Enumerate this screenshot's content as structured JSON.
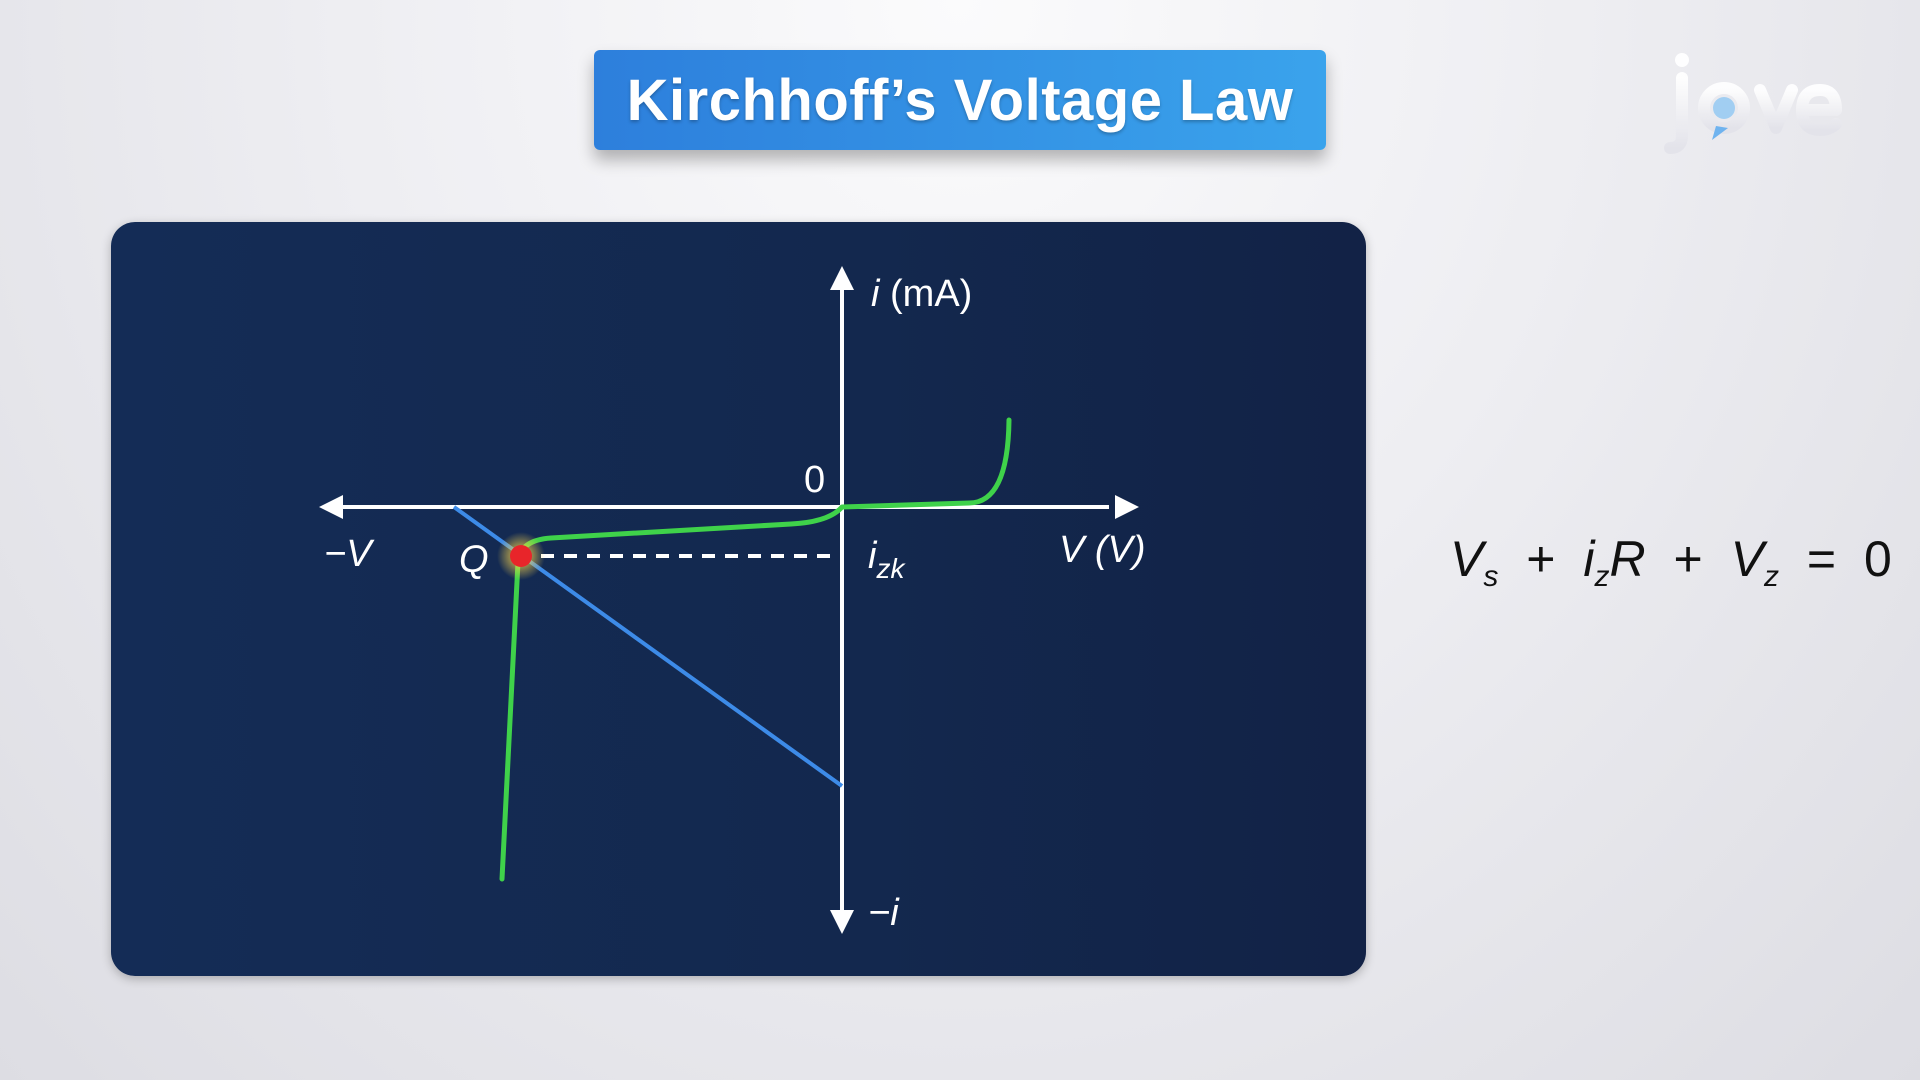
{
  "title": "Kirchhoff’s Voltage Law",
  "logo": {
    "text": "jove",
    "icon": "jove-logo-icon"
  },
  "graph": {
    "y_axis_label_var": "i",
    "y_axis_label_unit": " (mA)",
    "x_axis_label": "V (V)",
    "neg_x_label": "−V",
    "neg_y_label": "−i",
    "origin_label": "0",
    "q_point_label": "Q",
    "izk_base": "i",
    "izk_sub": "zk",
    "colors": {
      "panel": "#13284e",
      "axis": "#ffffff",
      "diode_curve": "#3fd24a",
      "load_line": "#3d8be8",
      "q_point": "#e8252a",
      "q_glow": "#ffd84a"
    }
  },
  "equation": {
    "vs": "V",
    "vs_sub": "s",
    "plus1": "+",
    "iz": "i",
    "iz_sub": "z",
    "r": "R",
    "plus2": "+",
    "vz": "V",
    "vz_sub": "z",
    "eq": "=",
    "zero": "0"
  }
}
